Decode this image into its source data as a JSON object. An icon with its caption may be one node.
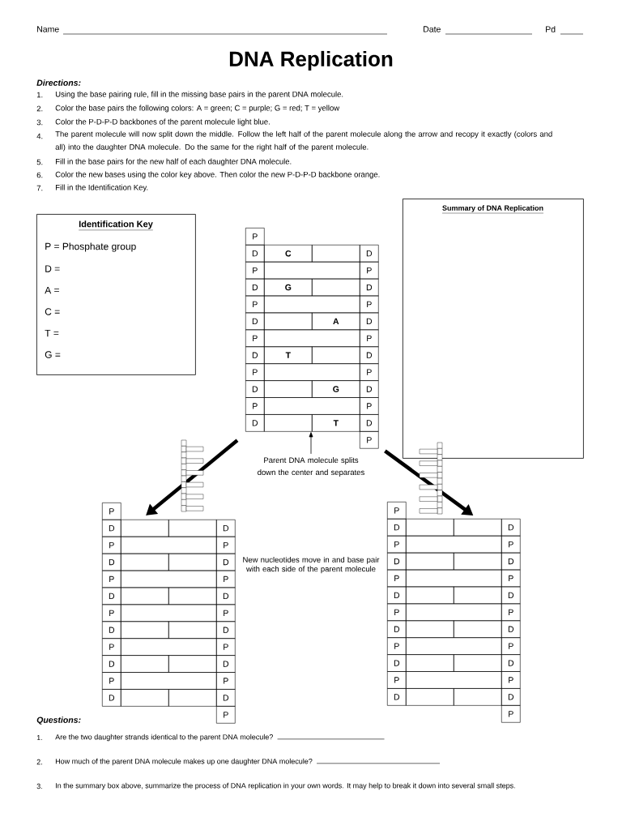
{
  "diagram": {
    "title": "DNA Replication",
    "nodes": [
      {
        "text": [
          "Identification Key",
          "P = Phosphate group",
          "D =",
          "A =",
          "C =",
          "T =",
          "G ="
        ]
      },
      {
        "text": [
          "P",
          "D",
          "C",
          "D",
          "P",
          "P",
          "D",
          "G",
          "D",
          "P",
          "P",
          "D",
          "A",
          "D",
          "P",
          "P",
          "D",
          "T",
          "D",
          "P",
          "P",
          "D",
          "G",
          "D",
          "P",
          "P",
          "D",
          "T",
          "D",
          "P"
        ]
      },
      {
        "text": [
          "Summary of DNA Replication"
        ]
      },
      {
        "text": [
          "Parent DNA molecule splits down the center and separates"
        ]
      },
      {
        "text": [
          "P",
          "D",
          "D",
          "P",
          "P",
          "D",
          "D",
          "P",
          "P",
          "D",
          "D",
          "P",
          "P",
          "D",
          "D",
          "P",
          "P",
          "D",
          "D",
          "P",
          "P",
          "D",
          "D",
          "P"
        ]
      },
      {
        "text": [
          "P",
          "D",
          "D",
          "P",
          "P",
          "D",
          "D",
          "P",
          "P",
          "D",
          "D",
          "P",
          "P",
          "D",
          "D",
          "P",
          "P",
          "D",
          "D",
          "P",
          "P",
          "D",
          "D",
          "P"
        ]
      }
    ],
    "edges": [
      {
        "from": 3,
        "to": 1,
        "arrow": "to"
      },
      {
        "from": 1,
        "to": 4,
        "arrow": "to"
      },
      {
        "from": 1,
        "to": 5,
        "arrow": "to"
      }
    ],
    "labels": [
      "Name",
      "Date",
      "Pd",
      "Directions:",
      "1.",
      "Using the base pairing rule, fill in the missing base pairs in the parent DNA molecule.",
      "2.",
      "Color the base pairs the following colors: A = green; C = purple; G = red; T = yellow",
      "3.",
      "Color the P-D-P-D backbones of the parent molecule light blue.",
      "4.",
      "The parent molecule will now split down the middle. Follow the left half of the parent molecule along the arrow and recopy it exactly (colors and all) into the daughter DNA molecule. Do the same for the right half of the parent molecule.",
      "5.",
      "Fill in the base pairs for the new half of each daughter DNA molecule.",
      "6.",
      "Color the new bases using the color key above. Then color the new P-D-P-D backbone orange.",
      "7.",
      "Fill in the Identification Key.",
      "New nucleotides move in and base pair with each side of the parent molecule",
      "Questions:",
      "1.",
      "Are the two daughter strands identical to the parent DNA molecule?",
      "2.",
      "How much of the parent DNA molecule makes up one daughter DNA molecule?",
      "3.",
      "In the summary box above, summarize the process of DNA replication in your own words. It may help to break it down into several small steps."
    ]
  }
}
